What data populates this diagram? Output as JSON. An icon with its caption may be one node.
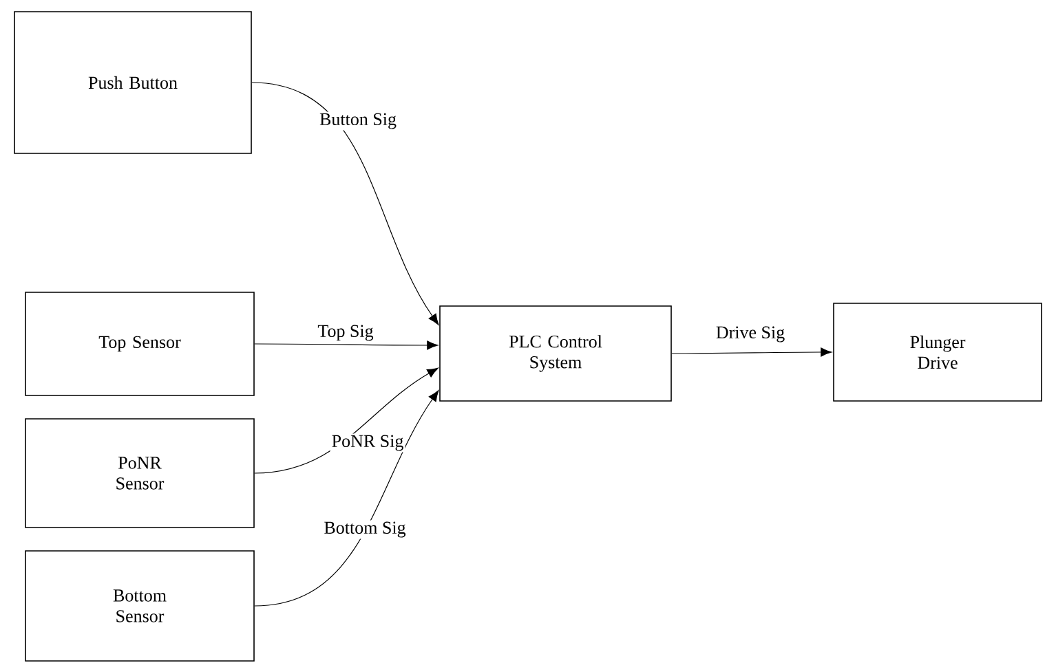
{
  "diagram": {
    "nodes": [
      {
        "text": [
          "Push Button"
        ]
      },
      {
        "text": [
          "Top Sensor"
        ]
      },
      {
        "text": [
          "PoNR Sensor"
        ]
      },
      {
        "text": [
          "Bottom Sensor"
        ]
      },
      {
        "text": [
          "PLC Control System"
        ]
      },
      {
        "text": [
          "Plunger Drive"
        ]
      }
    ],
    "edges": [
      {
        "from": 0,
        "to": 4,
        "arrow": "to",
        "label": "Button Sig"
      },
      {
        "from": 1,
        "to": 4,
        "arrow": "to",
        "label": "Top Sig"
      },
      {
        "from": 2,
        "to": 4,
        "arrow": "to",
        "label": "PoNR Sig"
      },
      {
        "from": 3,
        "to": 4,
        "arrow": "to",
        "label": "Bottom Sig"
      },
      {
        "from": 4,
        "to": 5,
        "arrow": "to",
        "label": "Drive Sig"
      }
    ]
  }
}
